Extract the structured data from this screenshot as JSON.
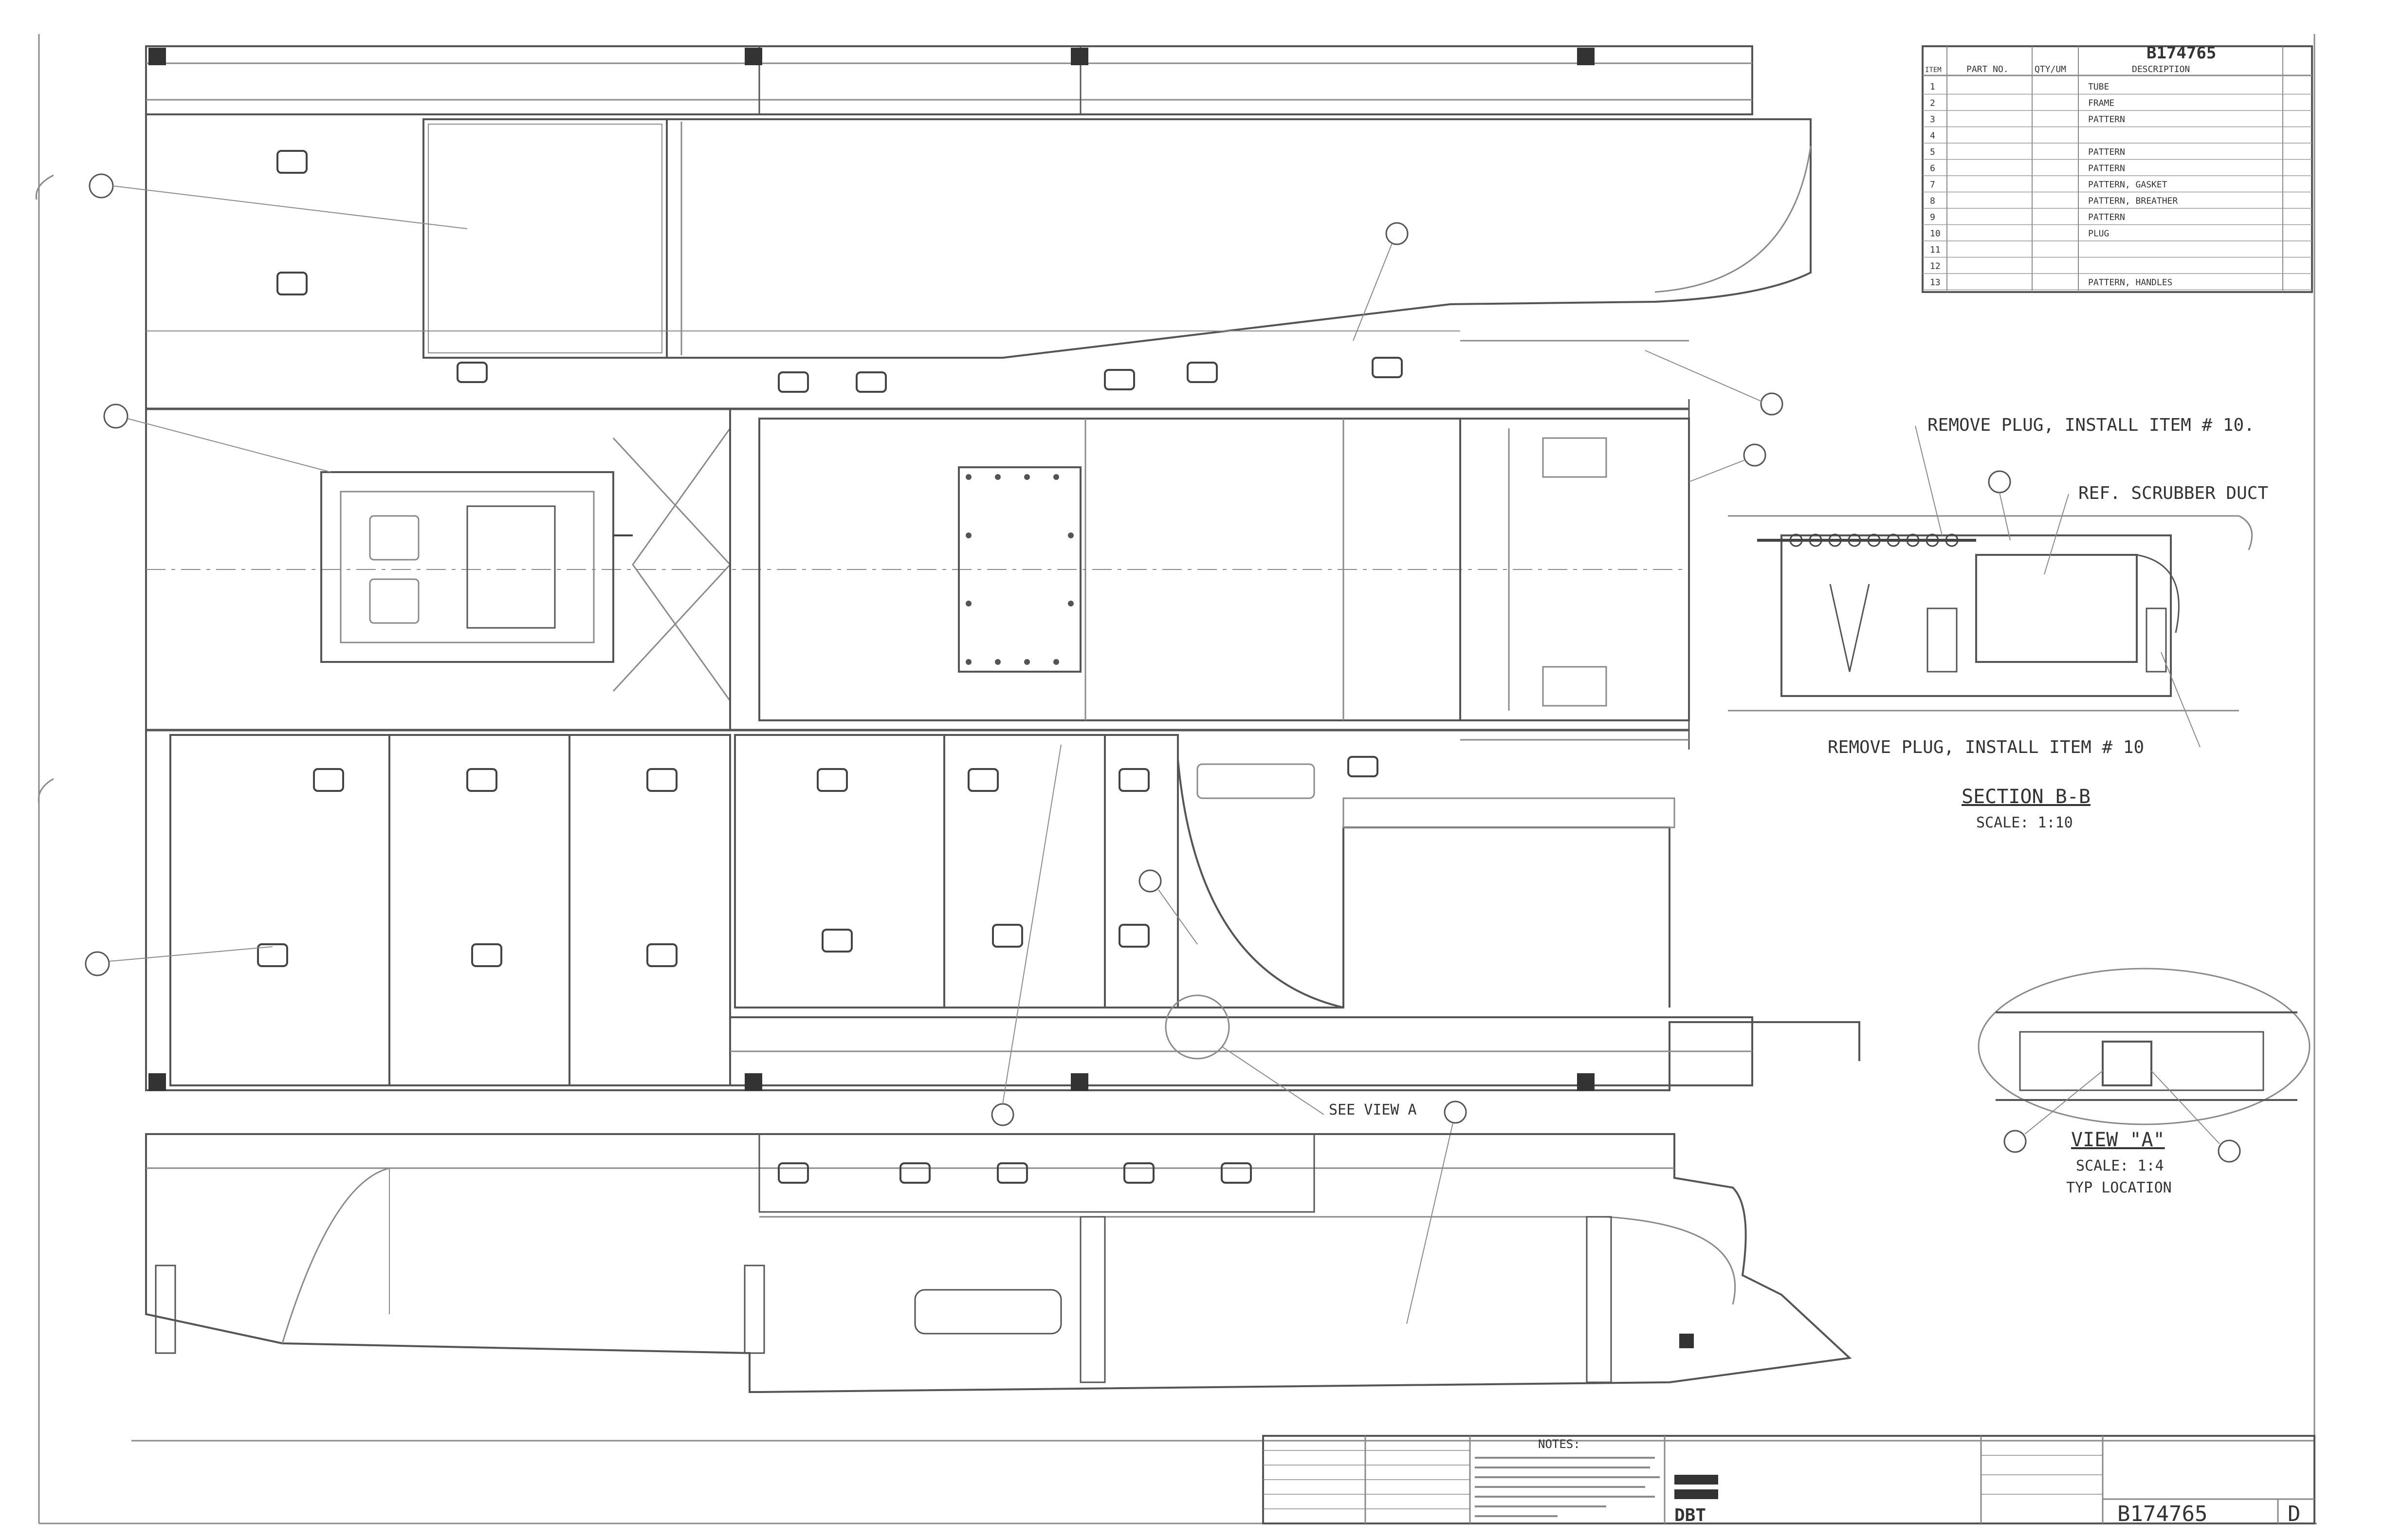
{
  "drawing_number_top": "B174765",
  "bom": {
    "headers": [
      "ITEM",
      "PART NO.",
      "QTY/UM",
      "DESCRIPTION"
    ],
    "rows": [
      {
        "item": "1",
        "part": "",
        "qty": "",
        "desc": "TUBE"
      },
      {
        "item": "2",
        "part": "",
        "qty": "",
        "desc": "FRAME"
      },
      {
        "item": "3",
        "part": "",
        "qty": "",
        "desc": "PATTERN"
      },
      {
        "item": "4",
        "part": "",
        "qty": "",
        "desc": ""
      },
      {
        "item": "5",
        "part": "",
        "qty": "",
        "desc": "PATTERN"
      },
      {
        "item": "6",
        "part": "",
        "qty": "",
        "desc": "PATTERN"
      },
      {
        "item": "7",
        "part": "",
        "qty": "",
        "desc": "PATTERN, GASKET"
      },
      {
        "item": "8",
        "part": "",
        "qty": "",
        "desc": "PATTERN, BREATHER"
      },
      {
        "item": "9",
        "part": "",
        "qty": "",
        "desc": "PATTERN"
      },
      {
        "item": "10",
        "part": "",
        "qty": "",
        "desc": "PLUG"
      },
      {
        "item": "11",
        "part": "",
        "qty": "",
        "desc": ""
      },
      {
        "item": "12",
        "part": "",
        "qty": "",
        "desc": ""
      },
      {
        "item": "13",
        "part": "",
        "qty": "",
        "desc": "PATTERN, HANDLES"
      }
    ]
  },
  "notes": {
    "remove_plug_top": "REMOVE PLUG, INSTALL ITEM # 10.",
    "ref_scrubber": "REF. SCRUBBER DUCT",
    "remove_plug_bottom": "REMOVE PLUG, INSTALL ITEM # 10",
    "section_title": "SECTION B-B",
    "section_scale": "SCALE: 1:10",
    "see_view": "SEE VIEW A",
    "view_title": "VIEW \"A\"",
    "view_scale": "SCALE: 1:4",
    "view_typ": "TYP LOCATION"
  },
  "title_block": {
    "notes_heading": "NOTES:",
    "company": "DBT",
    "drawing_number": "B174765",
    "revision": "D"
  }
}
